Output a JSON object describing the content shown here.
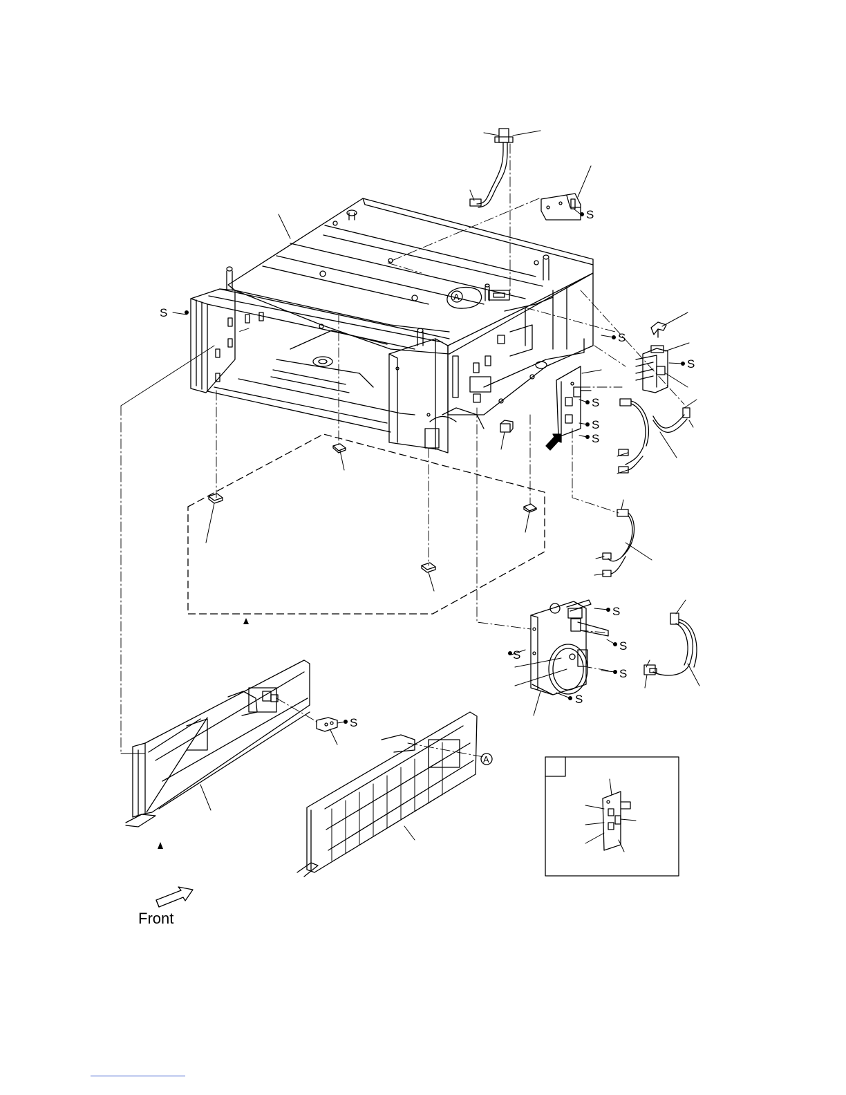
{
  "diagram": {
    "front_label": "Front",
    "screw_label": "S",
    "ref_marker": "A",
    "colors": {
      "line": "#000000",
      "background": "#ffffff",
      "footer_rule": "#3355cc"
    },
    "screws": [
      {
        "id": "s1",
        "label": "S"
      },
      {
        "id": "s2",
        "label": "S"
      },
      {
        "id": "s3",
        "label": "S"
      },
      {
        "id": "s4",
        "label": "S"
      },
      {
        "id": "s5",
        "label": "S"
      },
      {
        "id": "s6",
        "label": "S"
      },
      {
        "id": "s7",
        "label": "S"
      },
      {
        "id": "s8",
        "label": "S"
      },
      {
        "id": "s9",
        "label": "S"
      },
      {
        "id": "s10",
        "label": "S"
      },
      {
        "id": "s11",
        "label": "S"
      },
      {
        "id": "s12",
        "label": "S"
      },
      {
        "id": "s13",
        "label": "S"
      },
      {
        "id": "s14",
        "label": "S"
      }
    ]
  }
}
